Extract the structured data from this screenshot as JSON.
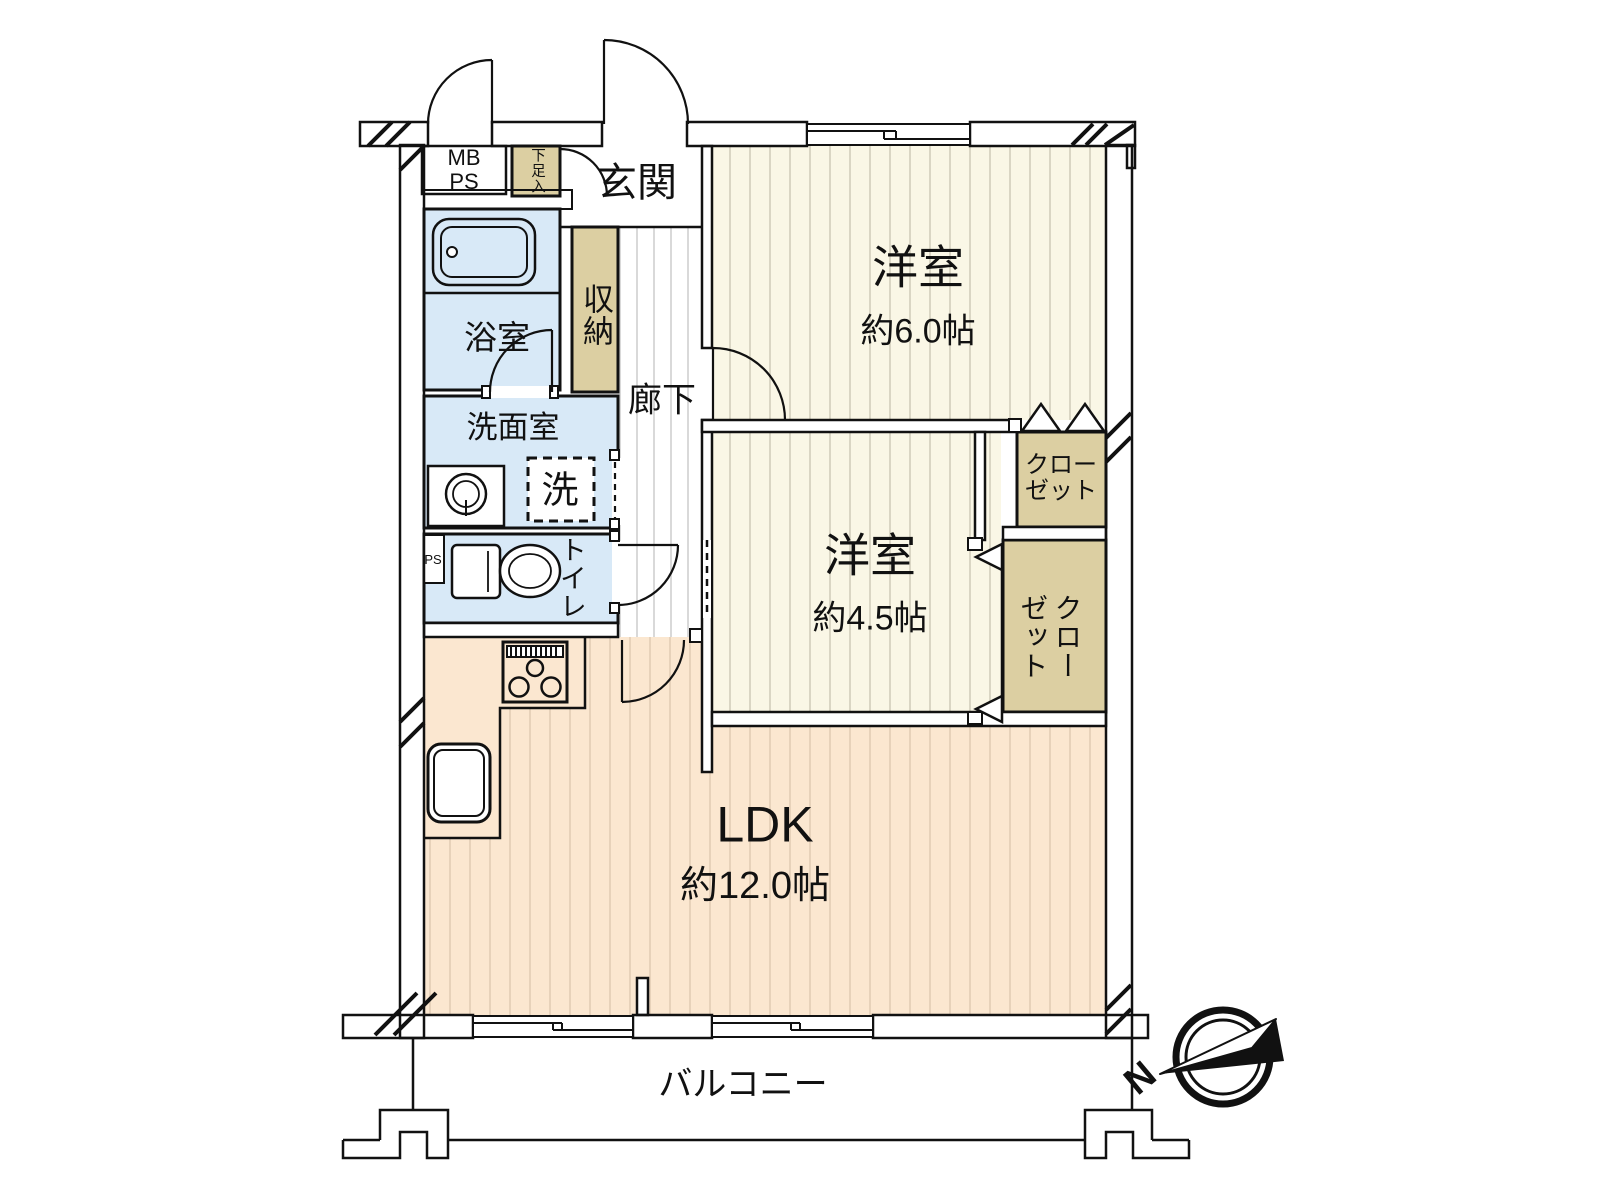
{
  "floorplan": {
    "rooms": {
      "genkan": {
        "label": "玄関"
      },
      "room6": {
        "label": "洋室",
        "area": "約6.0帖"
      },
      "room45": {
        "label": "洋室",
        "area": "約4.5帖"
      },
      "ldk": {
        "label": "LDK",
        "area": "約12.0帖"
      },
      "hallway": {
        "label": "廊下"
      },
      "bathroom": {
        "label": "浴室"
      },
      "washroom": {
        "label": "洗面室"
      },
      "washer": {
        "label": "洗"
      },
      "toilet": {
        "label": "トイレ"
      },
      "storage": {
        "label": "収納"
      },
      "shoe_box": {
        "label": "下足入"
      },
      "meter_box": {
        "line1": "MB",
        "line2": "PS"
      },
      "pipe_space": {
        "label": "PS"
      },
      "closet_upper": {
        "line1": "クロー",
        "line2": "ゼット"
      },
      "closet_lower": {
        "col_right": "クロー",
        "col_left": "ゼット"
      },
      "balcony": {
        "label": "バルコニー"
      }
    },
    "compass": {
      "north_label": "N"
    },
    "colors": {
      "wall": "#c3c3c3",
      "floor_cream": "#faf7e6",
      "stripe_cream": "#d6d2c0",
      "floor_peach": "#fbe7d0",
      "stripe_peach": "#e5cfb8",
      "floor_blue": "#d8e9f7",
      "fixture_blue": "#e9f2fb",
      "floor_beige": "#dccfa2",
      "stripe_hall": "#d9d9d9",
      "text": "#111111"
    }
  }
}
